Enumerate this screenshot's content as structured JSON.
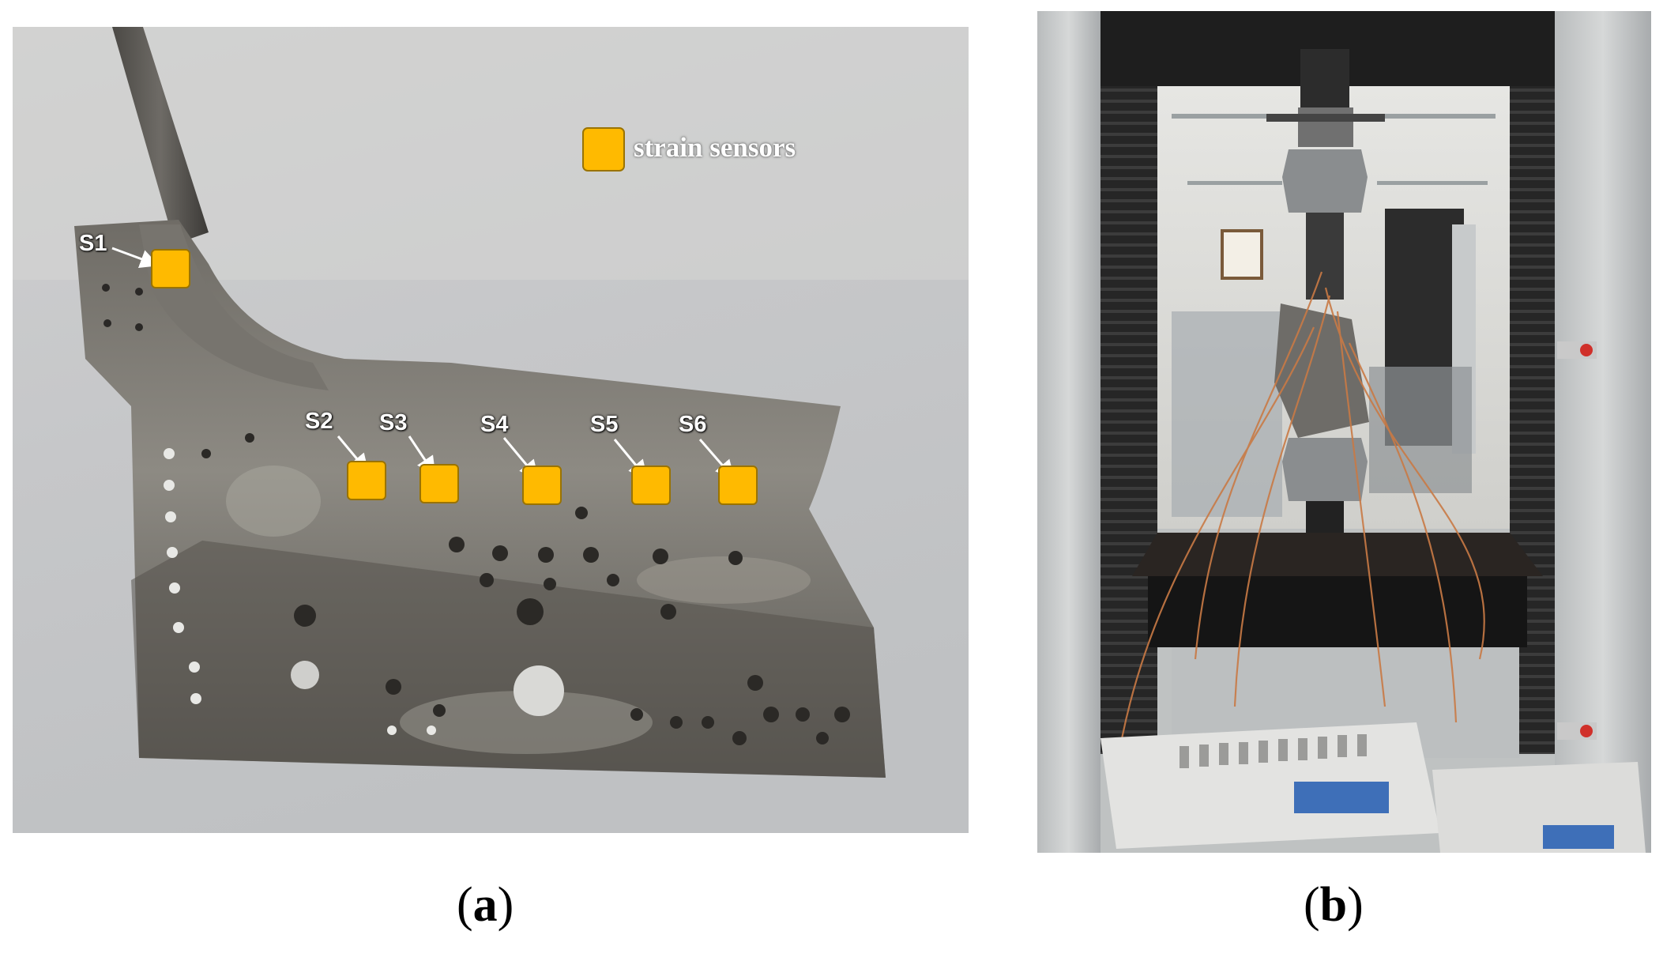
{
  "colors": {
    "sensor": "#ffba00",
    "label_text": "#ffffff",
    "caption_text": "#000000"
  },
  "panel_a": {
    "legend": {
      "label": "strain sensors"
    },
    "sensors": [
      {
        "label": "S1"
      },
      {
        "label": "S2"
      },
      {
        "label": "S3"
      },
      {
        "label": "S4"
      },
      {
        "label": "S5"
      },
      {
        "label": "S6"
      }
    ],
    "caption": {
      "open": "(",
      "letter": "a",
      "close": ")"
    }
  },
  "panel_b": {
    "caption": {
      "open": "(",
      "letter": "b",
      "close": ")"
    }
  }
}
